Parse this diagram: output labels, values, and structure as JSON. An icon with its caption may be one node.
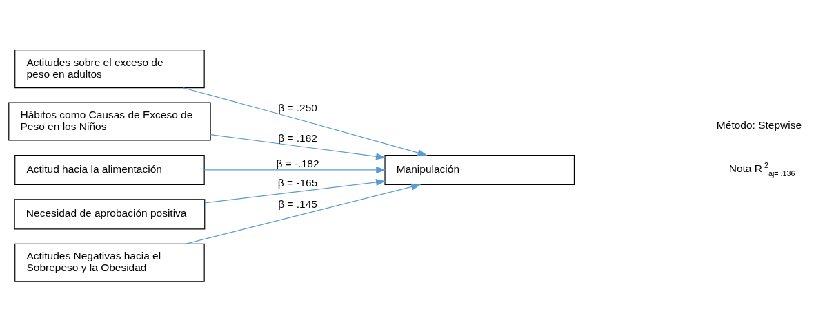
{
  "diagram": {
    "nodes": [
      {
        "text": [
          "Actitudes sobre el exceso de peso en adultos"
        ]
      },
      {
        "text": [
          "Hábitos como Causas de Exceso de Peso en los Niños"
        ]
      },
      {
        "text": [
          "Actitud hacia la alimentación"
        ]
      },
      {
        "text": [
          "Necesidad de aprobación positiva"
        ]
      },
      {
        "text": [
          "Actitudes Negativas hacia el Sobrepeso y la Obesidad"
        ]
      },
      {
        "text": [
          "Manipulación"
        ]
      }
    ],
    "edges": [
      {
        "from": 0,
        "to": 5,
        "arrow": "to",
        "label": "β = .250"
      },
      {
        "from": 1,
        "to": 5,
        "arrow": "to",
        "label": "β = .182"
      },
      {
        "from": 2,
        "to": 5,
        "arrow": "to",
        "label": "β = -.182"
      },
      {
        "from": 3,
        "to": 5,
        "arrow": "to",
        "label": "β = -165"
      },
      {
        "from": 4,
        "to": 5,
        "arrow": "to",
        "label": "β = .145"
      }
    ],
    "labels": [
      "Nota R$^{2}$$_{aj= .136}$",
      "Método: Stepwise"
    ]
  }
}
